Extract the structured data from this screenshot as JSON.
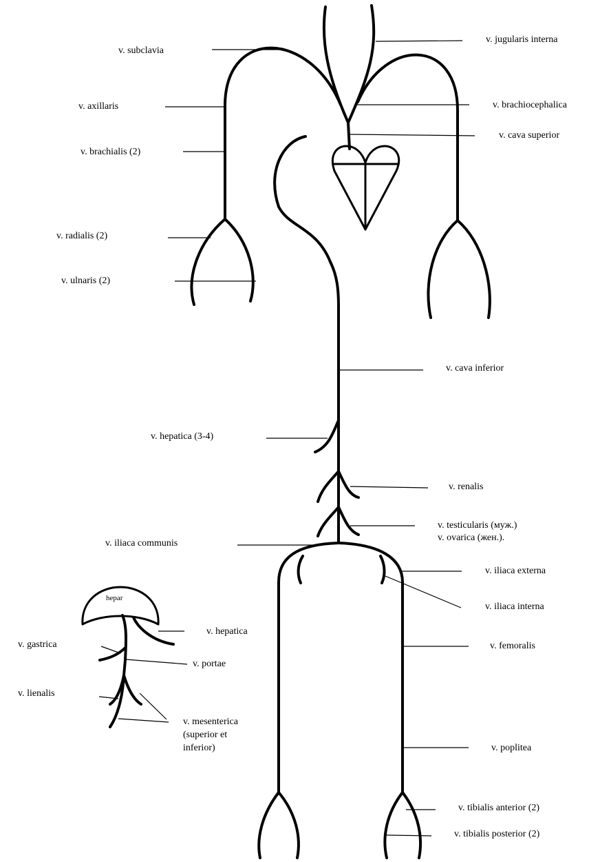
{
  "diagram": {
    "labels": {
      "subclavia": "v. subclavia",
      "jugularis_interna": "v. jugularis interna",
      "axillaris": "v. axillaris",
      "brachiocephalica": "v. brachiocephalica",
      "cava_superior": "v. cava superior",
      "brachialis": "v. brachialis (2)",
      "radialis": "v. radialis (2)",
      "ulnaris": "v. ulnaris (2)",
      "cava_inferior": "v. cava inferior",
      "hepatica_34": "v. hepatica (3-4)",
      "renalis": "v. renalis",
      "testicularis": "v. testicularis (муж.)",
      "ovarica": "v. ovarica (жен.).",
      "iliaca_communis": "v. iliaca communis",
      "iliaca_externa": "v. iliaca externa",
      "iliaca_interna": "v. iliaca interna",
      "hepar": "hepar",
      "hepatica": "v. hepatica",
      "gastrica": "v. gastrica",
      "portae": "v. portae",
      "femoralis": "v. femoralis",
      "lienalis": "v. lienalis",
      "mesenterica_1": "v. mesenterica",
      "mesenterica_2": "(superior et",
      "mesenterica_3": "inferior)",
      "poplitea": "v. poplitea",
      "tibialis_anterior": "v. tibialis anterior (2)",
      "tibialis_posterior": "v. tibialis posterior (2)"
    }
  }
}
